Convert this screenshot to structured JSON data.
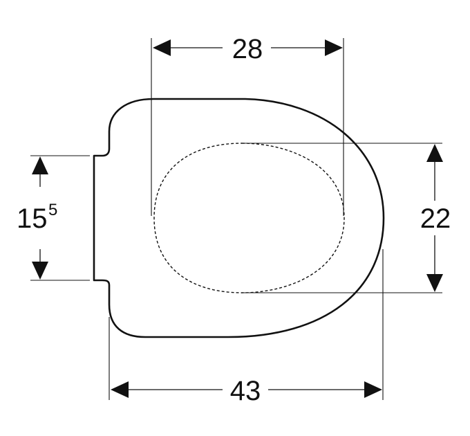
{
  "dimensions": {
    "top_width": {
      "value": "28"
    },
    "bottom_width": {
      "value": "43"
    },
    "right_height": {
      "value": "22"
    },
    "left_height": {
      "value": "15",
      "superscript": "5"
    }
  },
  "colors": {
    "line": "#111111",
    "background": "#ffffff"
  }
}
